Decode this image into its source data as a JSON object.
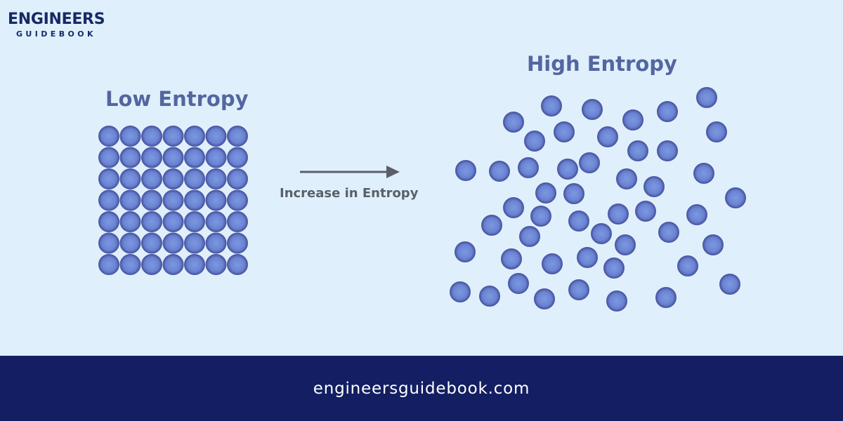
{
  "logo": {
    "main": "ENGINEERS",
    "sub": "GUIDEBOOK"
  },
  "diagram": {
    "low_title": "Low Entropy",
    "high_title": "High Entropy",
    "arrow_label": "Increase in Entropy",
    "colors": {
      "background": "#dff0fc",
      "particle_fill": "#6f89d6",
      "particle_edge": "#4d5aa5",
      "title": "#5466a0",
      "arrow": "#5a5f69"
    }
  },
  "footer": {
    "url": "engineersguidebook.com",
    "color": "#131f62"
  }
}
